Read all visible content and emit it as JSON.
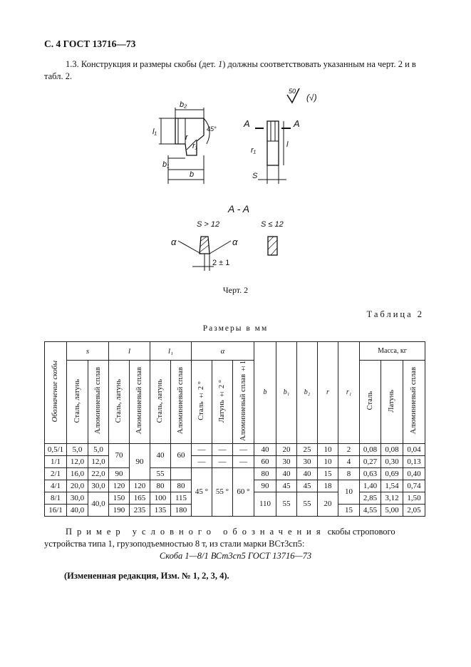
{
  "header": "С. 4 ГОСТ 13716—73",
  "intro": {
    "part1": "1.3. Конструкция и размеры скобы (дет. ",
    "part_num": "1",
    "part2": ") должны соответствовать указанным на черт. 2 и в табл. 2."
  },
  "drawing": {
    "roughness_value": "50",
    "roughness_paren": "(√)",
    "labels": {
      "b2": "b₂",
      "l1": "l₁",
      "angle45": "45°",
      "r": "r",
      "r1": "r₁",
      "b1": "b₁",
      "b": "b",
      "A": "A",
      "r1_side": "r₁",
      "l": "l",
      "S": "S",
      "section": "A - A",
      "s_gt": "S > 12",
      "s_le": "S ≤ 12",
      "alpha": "α",
      "tol": "2 ± 1"
    }
  },
  "caption": "Черт. 2",
  "table_label": "Таблица 2",
  "table_title": "Размеры в мм",
  "table": {
    "col_designation": "Обозначение скобы",
    "groups": {
      "s": "s",
      "l": "l",
      "l1": "l₁",
      "alpha": "α",
      "mass": "Масса, кг"
    },
    "sub": {
      "steel_brass": "Сталь, латунь",
      "alu": "Алюминиевый сплав",
      "steel_pm2": "Сталь ± 2 °",
      "brass_pm2": "Латунь ± 2 °",
      "alu_pm1": "Алюминиевый сплав ±1",
      "steel": "Сталь",
      "brass": "Латунь"
    },
    "single": {
      "b": "b",
      "b1": "b₁",
      "b2": "b₂",
      "r": "r",
      "r1": "r₁"
    },
    "rows": [
      {
        "d": "0,5/1",
        "s_sb": "5,0",
        "s_al": "5,0",
        "l1_sb": "40",
        "a_st": "—",
        "a_br": "—",
        "a_al": "—",
        "b": "40",
        "b1": "20",
        "b2": "25",
        "r": "10",
        "r1": "2",
        "m_st": "0,08",
        "m_br": "0,08",
        "m_al": "0,04"
      },
      {
        "d": "1/1",
        "s_sb": "12,0",
        "s_al": "12,0",
        "a_st": "—",
        "a_br": "—",
        "a_al": "—",
        "b": "60",
        "b1": "30",
        "b2": "30",
        "r": "10",
        "r1": "4",
        "m_st": "0,27",
        "m_br": "0,30",
        "m_al": "0,13"
      },
      {
        "d": "2/1",
        "s_sb": "16,0",
        "s_al": "22,0",
        "l_sb": "90",
        "l1_sb": "55",
        "b": "80",
        "b1": "40",
        "b2": "40",
        "r": "15",
        "r1": "8",
        "m_st": "0,63",
        "m_br": "0,69",
        "m_al": "0,40"
      },
      {
        "d": "4/1",
        "s_sb": "20,0",
        "s_al": "30,0",
        "l_sb": "120",
        "l_al": "120",
        "l1_sb": "80",
        "l1_al": "80",
        "b": "90",
        "b1": "45",
        "b2": "45",
        "r": "18",
        "m_st": "1,40",
        "m_br": "1,54",
        "m_al": "0,74"
      },
      {
        "d": "8/1",
        "s_sb": "30,0",
        "l_sb": "150",
        "l_al": "165",
        "l1_sb": "100",
        "l1_al": "115",
        "m_st": "2,85",
        "m_br": "3,12",
        "m_al": "1,50"
      },
      {
        "d": "16/1",
        "s_sb": "40,0",
        "l_sb": "190",
        "l_al": "235",
        "l1_sb": "135",
        "l1_al": "180",
        "m_st": "4,55",
        "m_br": "5,00",
        "m_al": "2,05"
      }
    ],
    "merged": {
      "l_sb_01": "70",
      "l_al_01": "90",
      "l1_al_01": "60",
      "l_al_2": "",
      "r1_45": "10",
      "a_st": "45 °",
      "a_br": "55 °",
      "a_al": "60 °",
      "s_al_816": "40,0",
      "b_816": "110",
      "b1_816": "55",
      "b2_816": "55",
      "r_816": "20",
      "r1_816": "15"
    }
  },
  "example": {
    "spaced": "Пример условного обозначения",
    "rest": " скобы стропового устройства типа 1, грузоподъемностью 8 т, из стали марки ВСт3сп5:"
  },
  "designation": "Скоба 1—8/1 ВСт3сп5 ГОСТ 13716—73",
  "amendment": "(Измененная редакция, Изм. № 1, 2, 3, 4)."
}
